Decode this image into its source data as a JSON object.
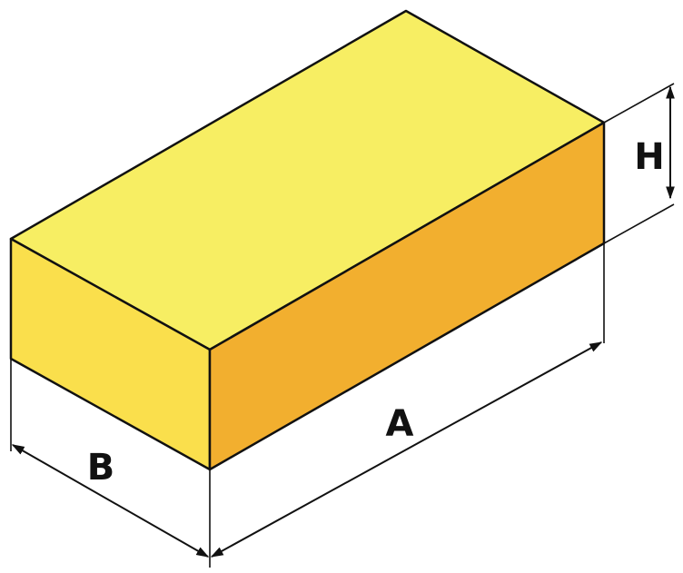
{
  "labels": {
    "length": "A",
    "width": "B",
    "height": "H"
  },
  "colors": {
    "top_face": "#F7EE63",
    "left_face": "#FADF4C",
    "right_face": "#F2AF2F",
    "lines": "#111111",
    "background": "#FFFFFF"
  }
}
